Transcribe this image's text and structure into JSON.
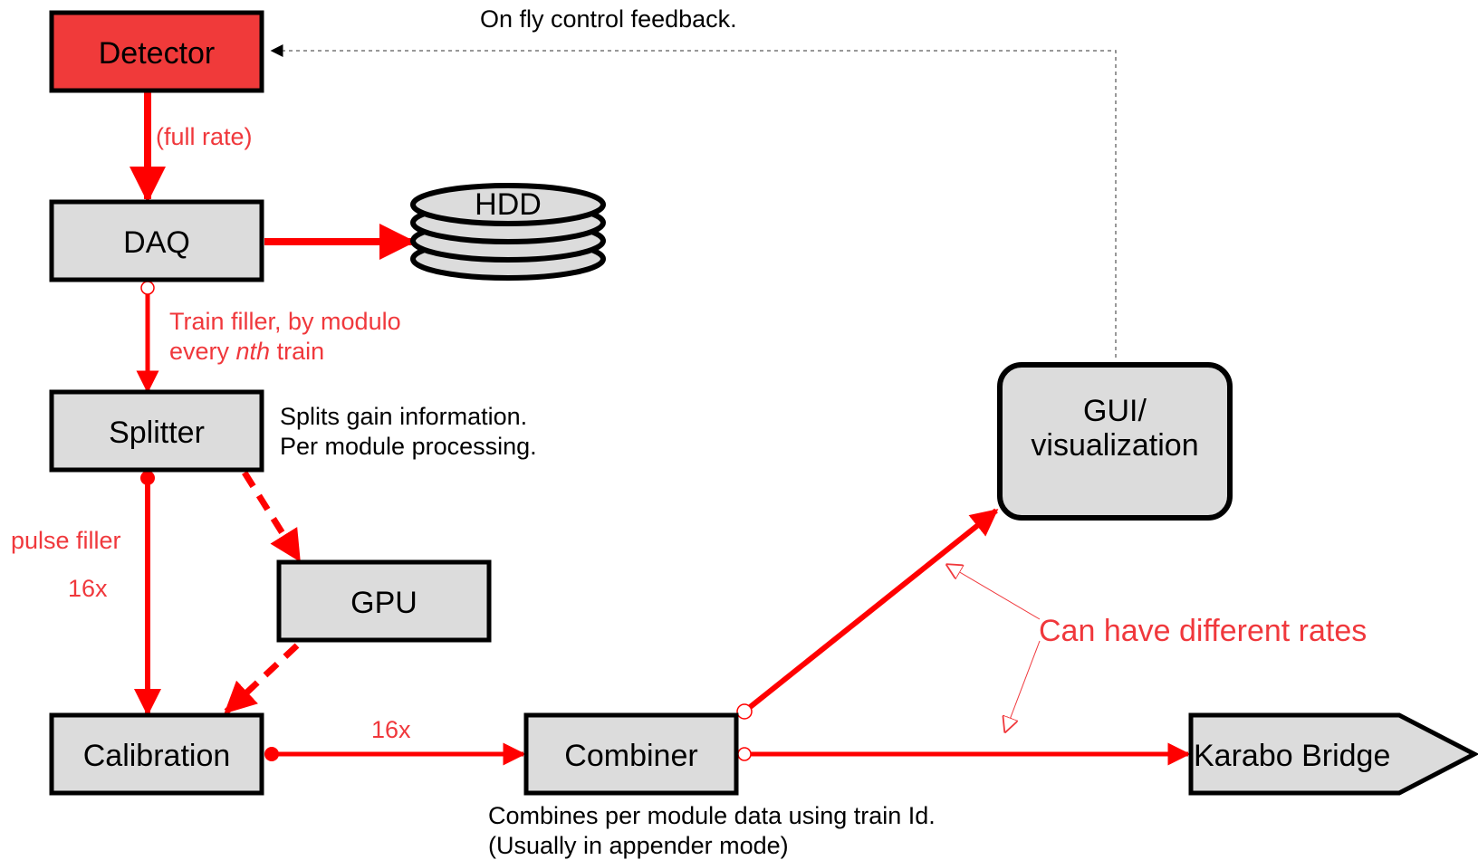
{
  "colors": {
    "accent": "#ff0000",
    "box_fill": "#dcdcdc",
    "detector_fill": "#f03a3a",
    "label_red": "#f0383c",
    "outline": "#000000"
  },
  "nodes": {
    "detector": "Detector",
    "daq": "DAQ",
    "hdd": "HDD",
    "splitter": "Splitter",
    "gpu": "GPU",
    "calibration": "Calibration",
    "combiner": "Combiner",
    "gui_line1": "GUI/",
    "gui_line2": "visualization",
    "karabo_bridge": "Karabo Bridge"
  },
  "annotations": {
    "feedback": "On fly control feedback.",
    "full_rate": "(full rate)",
    "train_filler_line1": "Train filler, by modulo",
    "train_filler_line2_pre": "every ",
    "train_filler_line2_italic": "nth",
    "train_filler_line2_post": " train",
    "splitter_note_line1": "Splits gain information.",
    "splitter_note_line2": "Per module processing.",
    "pulse_filler": "pulse filler",
    "count_left": "16x",
    "count_mid": "16x",
    "different_rates": "Can have different rates",
    "combiner_note_line1": "Combines per module data using train Id.",
    "combiner_note_line2": "(Usually in appender mode)"
  }
}
